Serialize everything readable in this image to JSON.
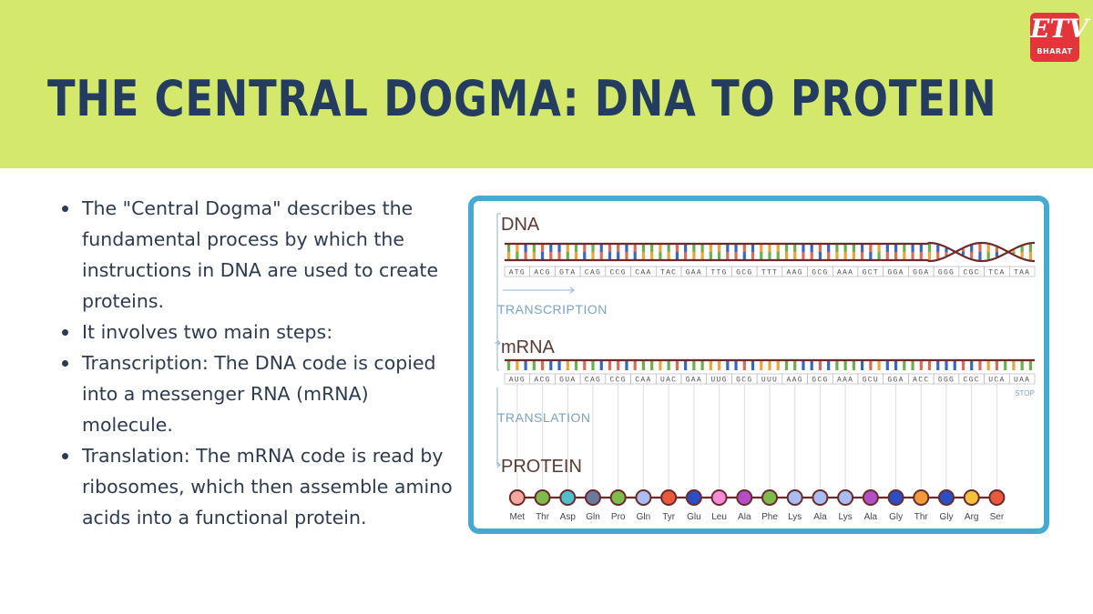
{
  "header": {
    "title": "THE CENTRAL DOGMA: DNA TO PROTEIN",
    "logo": {
      "glyph": "ETV",
      "text": "BHARAT",
      "color": "#e4353b"
    }
  },
  "bullets": [
    "The \"Central Dogma\" describes the fundamental process by which the instructions in DNA are used to create proteins.",
    "It involves two main steps:",
    "Transcription: The DNA code is copied into a messenger RNA (mRNA) molecule.",
    "Translation: The mRNA code is read by ribosomes, which then assemble amino acids into a functional protein."
  ],
  "diagram": {
    "labels": {
      "dna": "DNA",
      "transcription": "TRANSCRIPTION",
      "mrna": "mRNA",
      "stop": "STOP",
      "translation": "TRANSLATION",
      "protein": "PROTEIN"
    },
    "codons_dna": [
      "ATG",
      "ACG",
      "GTA",
      "CAG",
      "CCG",
      "CAA",
      "TAC",
      "GAA",
      "TTG",
      "GCG",
      "TTT",
      "AAG",
      "GCG",
      "AAA",
      "GCT",
      "GGA",
      "GGA",
      "GGG",
      "CGC",
      "TCA",
      "TAA"
    ],
    "codons_mrna": [
      "AUG",
      "ACG",
      "GUA",
      "CAG",
      "CCG",
      "CAA",
      "UAC",
      "GAA",
      "UUG",
      "GCG",
      "UUU",
      "AAG",
      "GCG",
      "AAA",
      "GCU",
      "GGA",
      "ACC",
      "GGG",
      "CGC",
      "UCA",
      "UAA"
    ],
    "amino_acids": [
      "Met",
      "Thr",
      "Asp",
      "Gln",
      "Pro",
      "Gln",
      "Tyr",
      "Glu",
      "Leu",
      "Ala",
      "Phe",
      "Lys",
      "Ala",
      "Lys",
      "Ala",
      "Gly",
      "Thr",
      "Gly",
      "Arg",
      "Ser"
    ],
    "amino_colors": [
      "#f4a9a0",
      "#7dbb4c",
      "#4fc0cc",
      "#6a7a9c",
      "#7dbb4c",
      "#a9bdf2",
      "#e9593c",
      "#2c4ec4",
      "#f58bd8",
      "#b24ec8",
      "#7dbb4c",
      "#a9bdf2",
      "#a9bdf2",
      "#a9bdf2",
      "#b24ec8",
      "#2c4ec4",
      "#f09a3a",
      "#2c4ec4",
      "#f2c23a",
      "#e9593c"
    ],
    "base_colors": {
      "A": "#6ab04c",
      "T": "#f0a33a",
      "U": "#f0a33a",
      "G": "#3566c8",
      "C": "#e06a5a"
    },
    "colors": {
      "label": "#5b3a34",
      "step": "#7aa2c7",
      "frame": "#46a9d1",
      "backbone": "#6b2a2a"
    }
  }
}
